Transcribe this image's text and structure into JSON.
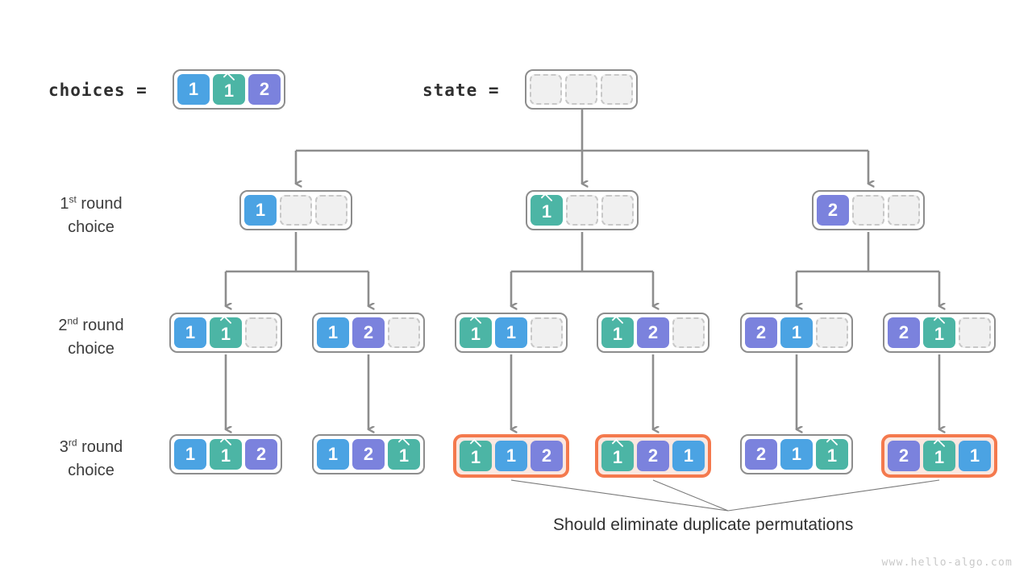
{
  "header": {
    "choices_label": "choices =",
    "state_label": "state ="
  },
  "palette": {
    "blue": "#4ba3e3",
    "green": "#4cb5a5",
    "purple": "#7b82dd",
    "empty": "#f0f0f0",
    "highlight_border": "#f4794d",
    "highlight_fill": "#fbe7e0",
    "wire": "#8d8d8d",
    "text": "#3a3a3a"
  },
  "choices": {
    "cells": [
      {
        "value": "1",
        "color": "blue",
        "hat": false
      },
      {
        "value": "1",
        "color": "green",
        "hat": true
      },
      {
        "value": "2",
        "color": "purple",
        "hat": false
      }
    ]
  },
  "state": {
    "cells": [
      {
        "value": "",
        "color": "empty",
        "hat": false
      },
      {
        "value": "",
        "color": "empty",
        "hat": false
      },
      {
        "value": "",
        "color": "empty",
        "hat": false
      }
    ]
  },
  "rows": [
    {
      "label_main": "1",
      "label_sup": "st",
      "label_rest": " round",
      "label_second": "choice",
      "nodes": [
        {
          "id": "r1n1",
          "highlight": false,
          "cells": [
            {
              "value": "1",
              "color": "blue",
              "hat": false
            },
            {
              "value": "",
              "color": "empty",
              "hat": false
            },
            {
              "value": "",
              "color": "empty",
              "hat": false
            }
          ]
        },
        {
          "id": "r1n2",
          "highlight": false,
          "cells": [
            {
              "value": "1",
              "color": "green",
              "hat": true
            },
            {
              "value": "",
              "color": "empty",
              "hat": false
            },
            {
              "value": "",
              "color": "empty",
              "hat": false
            }
          ]
        },
        {
          "id": "r1n3",
          "highlight": false,
          "cells": [
            {
              "value": "2",
              "color": "purple",
              "hat": false
            },
            {
              "value": "",
              "color": "empty",
              "hat": false
            },
            {
              "value": "",
              "color": "empty",
              "hat": false
            }
          ]
        }
      ]
    },
    {
      "label_main": "2",
      "label_sup": "nd",
      "label_rest": " round",
      "label_second": "choice",
      "nodes": [
        {
          "id": "r2n1",
          "highlight": false,
          "cells": [
            {
              "value": "1",
              "color": "blue",
              "hat": false
            },
            {
              "value": "1",
              "color": "green",
              "hat": true
            },
            {
              "value": "",
              "color": "empty",
              "hat": false
            }
          ]
        },
        {
          "id": "r2n2",
          "highlight": false,
          "cells": [
            {
              "value": "1",
              "color": "blue",
              "hat": false
            },
            {
              "value": "2",
              "color": "purple",
              "hat": false
            },
            {
              "value": "",
              "color": "empty",
              "hat": false
            }
          ]
        },
        {
          "id": "r2n3",
          "highlight": false,
          "cells": [
            {
              "value": "1",
              "color": "green",
              "hat": true
            },
            {
              "value": "1",
              "color": "blue",
              "hat": false
            },
            {
              "value": "",
              "color": "empty",
              "hat": false
            }
          ]
        },
        {
          "id": "r2n4",
          "highlight": false,
          "cells": [
            {
              "value": "1",
              "color": "green",
              "hat": true
            },
            {
              "value": "2",
              "color": "purple",
              "hat": false
            },
            {
              "value": "",
              "color": "empty",
              "hat": false
            }
          ]
        },
        {
          "id": "r2n5",
          "highlight": false,
          "cells": [
            {
              "value": "2",
              "color": "purple",
              "hat": false
            },
            {
              "value": "1",
              "color": "blue",
              "hat": false
            },
            {
              "value": "",
              "color": "empty",
              "hat": false
            }
          ]
        },
        {
          "id": "r2n6",
          "highlight": false,
          "cells": [
            {
              "value": "2",
              "color": "purple",
              "hat": false
            },
            {
              "value": "1",
              "color": "green",
              "hat": true
            },
            {
              "value": "",
              "color": "empty",
              "hat": false
            }
          ]
        }
      ]
    },
    {
      "label_main": "3",
      "label_sup": "rd",
      "label_rest": " round",
      "label_second": "choice",
      "nodes": [
        {
          "id": "r3n1",
          "highlight": false,
          "cells": [
            {
              "value": "1",
              "color": "blue",
              "hat": false
            },
            {
              "value": "1",
              "color": "green",
              "hat": true
            },
            {
              "value": "2",
              "color": "purple",
              "hat": false
            }
          ]
        },
        {
          "id": "r3n2",
          "highlight": false,
          "cells": [
            {
              "value": "1",
              "color": "blue",
              "hat": false
            },
            {
              "value": "2",
              "color": "purple",
              "hat": false
            },
            {
              "value": "1",
              "color": "green",
              "hat": true
            }
          ]
        },
        {
          "id": "r3n3",
          "highlight": true,
          "cells": [
            {
              "value": "1",
              "color": "green",
              "hat": true
            },
            {
              "value": "1",
              "color": "blue",
              "hat": false
            },
            {
              "value": "2",
              "color": "purple",
              "hat": false
            }
          ]
        },
        {
          "id": "r3n4",
          "highlight": true,
          "cells": [
            {
              "value": "1",
              "color": "green",
              "hat": true
            },
            {
              "value": "2",
              "color": "purple",
              "hat": false
            },
            {
              "value": "1",
              "color": "blue",
              "hat": false
            }
          ]
        },
        {
          "id": "r3n5",
          "highlight": false,
          "cells": [
            {
              "value": "2",
              "color": "purple",
              "hat": false
            },
            {
              "value": "1",
              "color": "blue",
              "hat": false
            },
            {
              "value": "1",
              "color": "green",
              "hat": true
            }
          ]
        },
        {
          "id": "r3n6",
          "highlight": true,
          "cells": [
            {
              "value": "2",
              "color": "purple",
              "hat": false
            },
            {
              "value": "1",
              "color": "green",
              "hat": true
            },
            {
              "value": "1",
              "color": "blue",
              "hat": false
            }
          ]
        }
      ]
    }
  ],
  "annotation": {
    "text": "Should eliminate duplicate permutations"
  },
  "watermark": {
    "text": "www.hello-algo.com"
  }
}
